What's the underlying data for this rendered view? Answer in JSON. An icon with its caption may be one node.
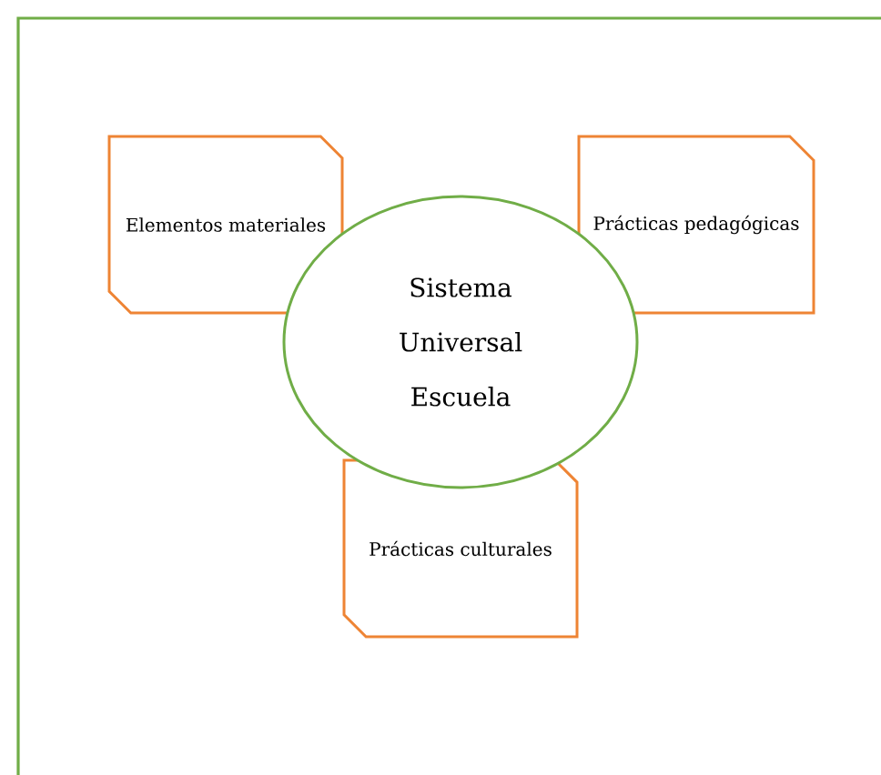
{
  "diagram": {
    "nodes": [
      {
        "text": [
          "Elementos materiales"
        ]
      },
      {
        "text": [
          "Prácticas pedagógicas"
        ]
      },
      {
        "text": [
          "Sistema Universal Escuela"
        ]
      },
      {
        "text": [
          "Prácticas culturales"
        ]
      }
    ]
  }
}
